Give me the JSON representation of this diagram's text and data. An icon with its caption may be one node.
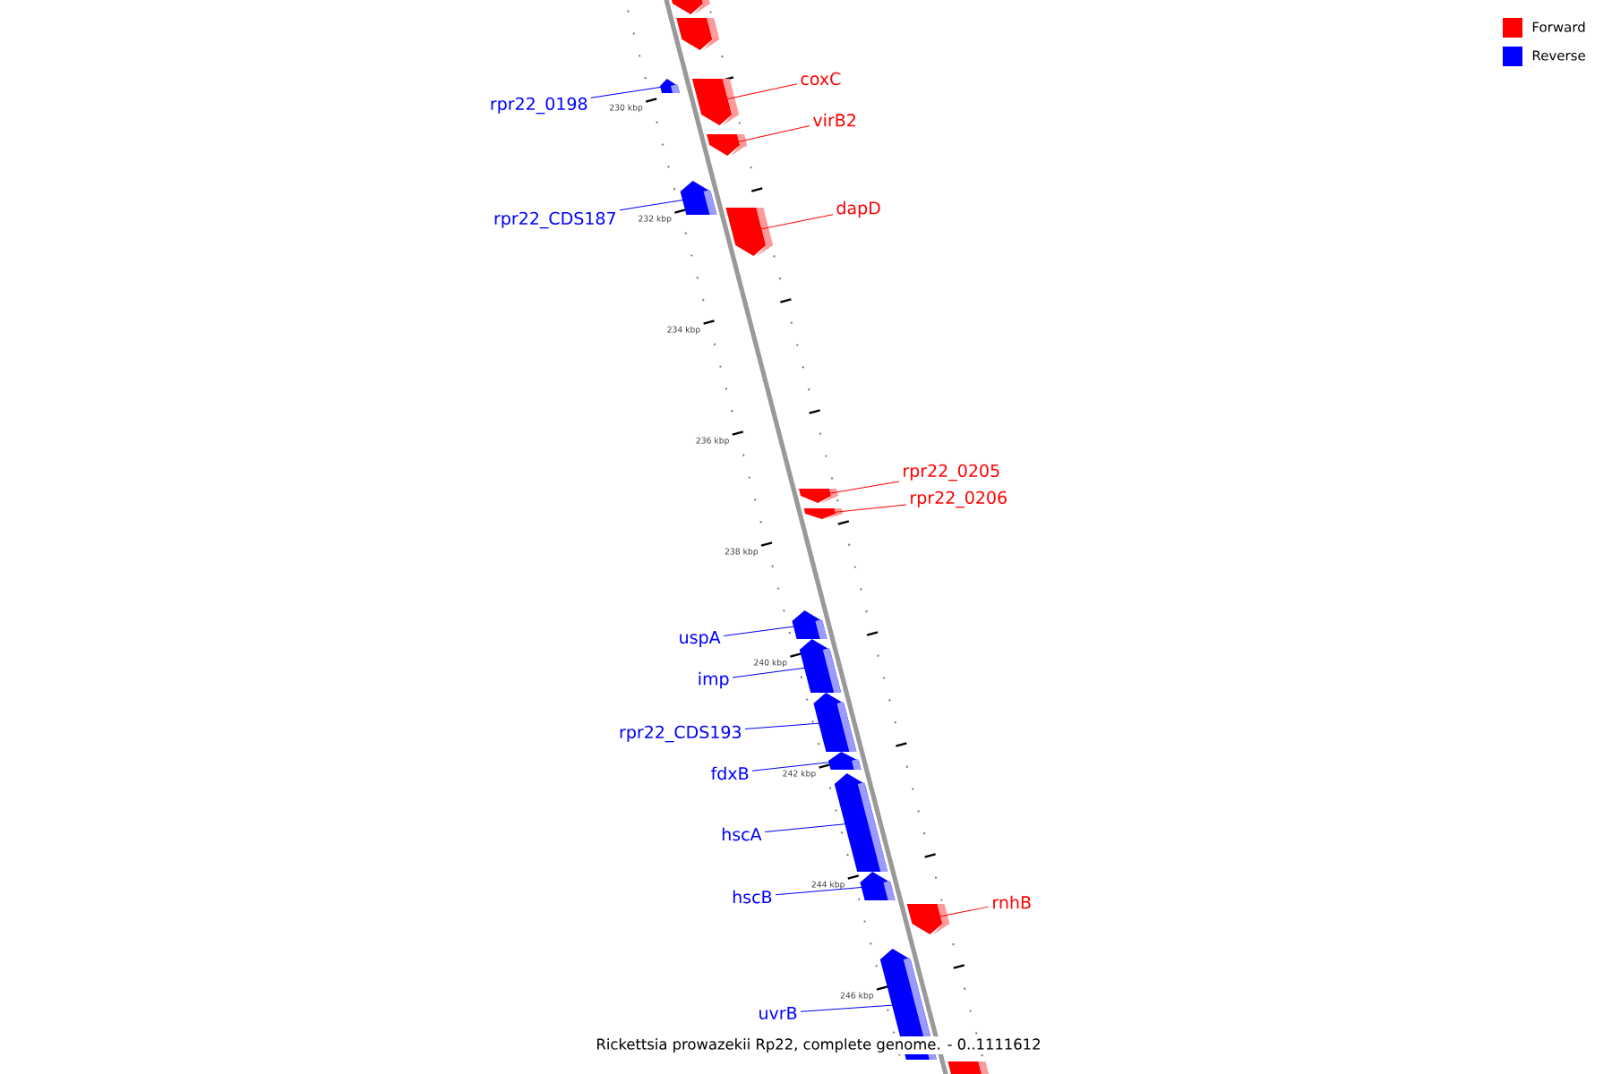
{
  "diagram": {
    "caption": "Rickettsia prowazekii Rp22, complete genome. - 0..1111612",
    "nodes": [
      {
        "text": [],
        "shape": "box"
      },
      {
        "text": [],
        "shape": "box"
      },
      {
        "text": [],
        "shape": "box"
      },
      {
        "text": [],
        "shape": "box"
      },
      {
        "text": [],
        "shape": "box"
      },
      {
        "text": [],
        "shape": "box"
      },
      {
        "text": [],
        "shape": "box"
      },
      {
        "text": [],
        "shape": "box"
      },
      {
        "text": [],
        "shape": "box"
      },
      {
        "text": [],
        "shape": "box"
      },
      {
        "text": [],
        "shape": "box"
      },
      {
        "text": [],
        "shape": "box"
      },
      {
        "text": [],
        "shape": "box"
      },
      {
        "text": [],
        "shape": "box"
      },
      {
        "text": [],
        "shape": "box"
      },
      {
        "text": [],
        "shape": "box"
      },
      {
        "text": [],
        "shape": "box"
      },
      {
        "text": [],
        "shape": "box"
      },
      {
        "text": [
          "coxC"
        ]
      },
      {
        "text": [
          "rpr22_0198"
        ]
      },
      {
        "text": [
          "virB2"
        ]
      },
      {
        "text": [
          "dapD"
        ]
      },
      {
        "text": [
          "rpr22_CDS187"
        ]
      },
      {
        "text": [
          "rpr22_0205"
        ]
      },
      {
        "text": [
          "rpr22_0206"
        ]
      },
      {
        "text": [
          "uspA"
        ]
      },
      {
        "text": [
          "imp"
        ]
      },
      {
        "text": [
          "rpr22_CDS193"
        ]
      },
      {
        "text": [
          "fdxB"
        ]
      },
      {
        "text": [
          "hscA"
        ]
      },
      {
        "text": [
          "hscB"
        ]
      },
      {
        "text": [
          "rnhB"
        ]
      },
      {
        "text": [
          "uvrB"
        ]
      }
    ],
    "edges": [
      {
        "from": 18,
        "to": 3,
        "arrow": "none",
        "color": "#ff0000"
      },
      {
        "from": 19,
        "to": 2,
        "arrow": "none"
      },
      {
        "from": 20,
        "to": 4,
        "arrow": "none",
        "color": "#ff0000"
      },
      {
        "from": 21,
        "to": 6,
        "arrow": "none",
        "color": "#ff0000"
      },
      {
        "from": 22,
        "to": 5,
        "arrow": "none"
      },
      {
        "from": 23,
        "to": 7,
        "arrow": "none",
        "color": "#ff0000"
      },
      {
        "from": 24,
        "to": 8,
        "arrow": "none",
        "color": "#ff0000"
      },
      {
        "from": 25,
        "to": 9,
        "arrow": "none"
      },
      {
        "from": 26,
        "to": 10,
        "arrow": "none"
      },
      {
        "from": 27,
        "to": 11,
        "arrow": "none"
      },
      {
        "from": 28,
        "to": 12,
        "arrow": "none"
      },
      {
        "from": 29,
        "to": 13,
        "arrow": "none"
      },
      {
        "from": 30,
        "to": 14,
        "arrow": "none"
      },
      {
        "from": 31,
        "to": 15,
        "arrow": "none",
        "color": "#ff0000"
      },
      {
        "from": 32,
        "to": 16,
        "arrow": "none"
      }
    ],
    "labels": [
      "230 kbp",
      "232 kbp",
      "234 kbp",
      "236 kbp",
      "238 kbp",
      "240 kbp",
      "242 kbp",
      "244 kbp",
      "246 kbp"
    ],
    "legend": [
      {
        "text": "Forward",
        "color": "#ff0000"
      },
      {
        "text": "Reverse",
        "color": "#0000ff"
      }
    ]
  }
}
